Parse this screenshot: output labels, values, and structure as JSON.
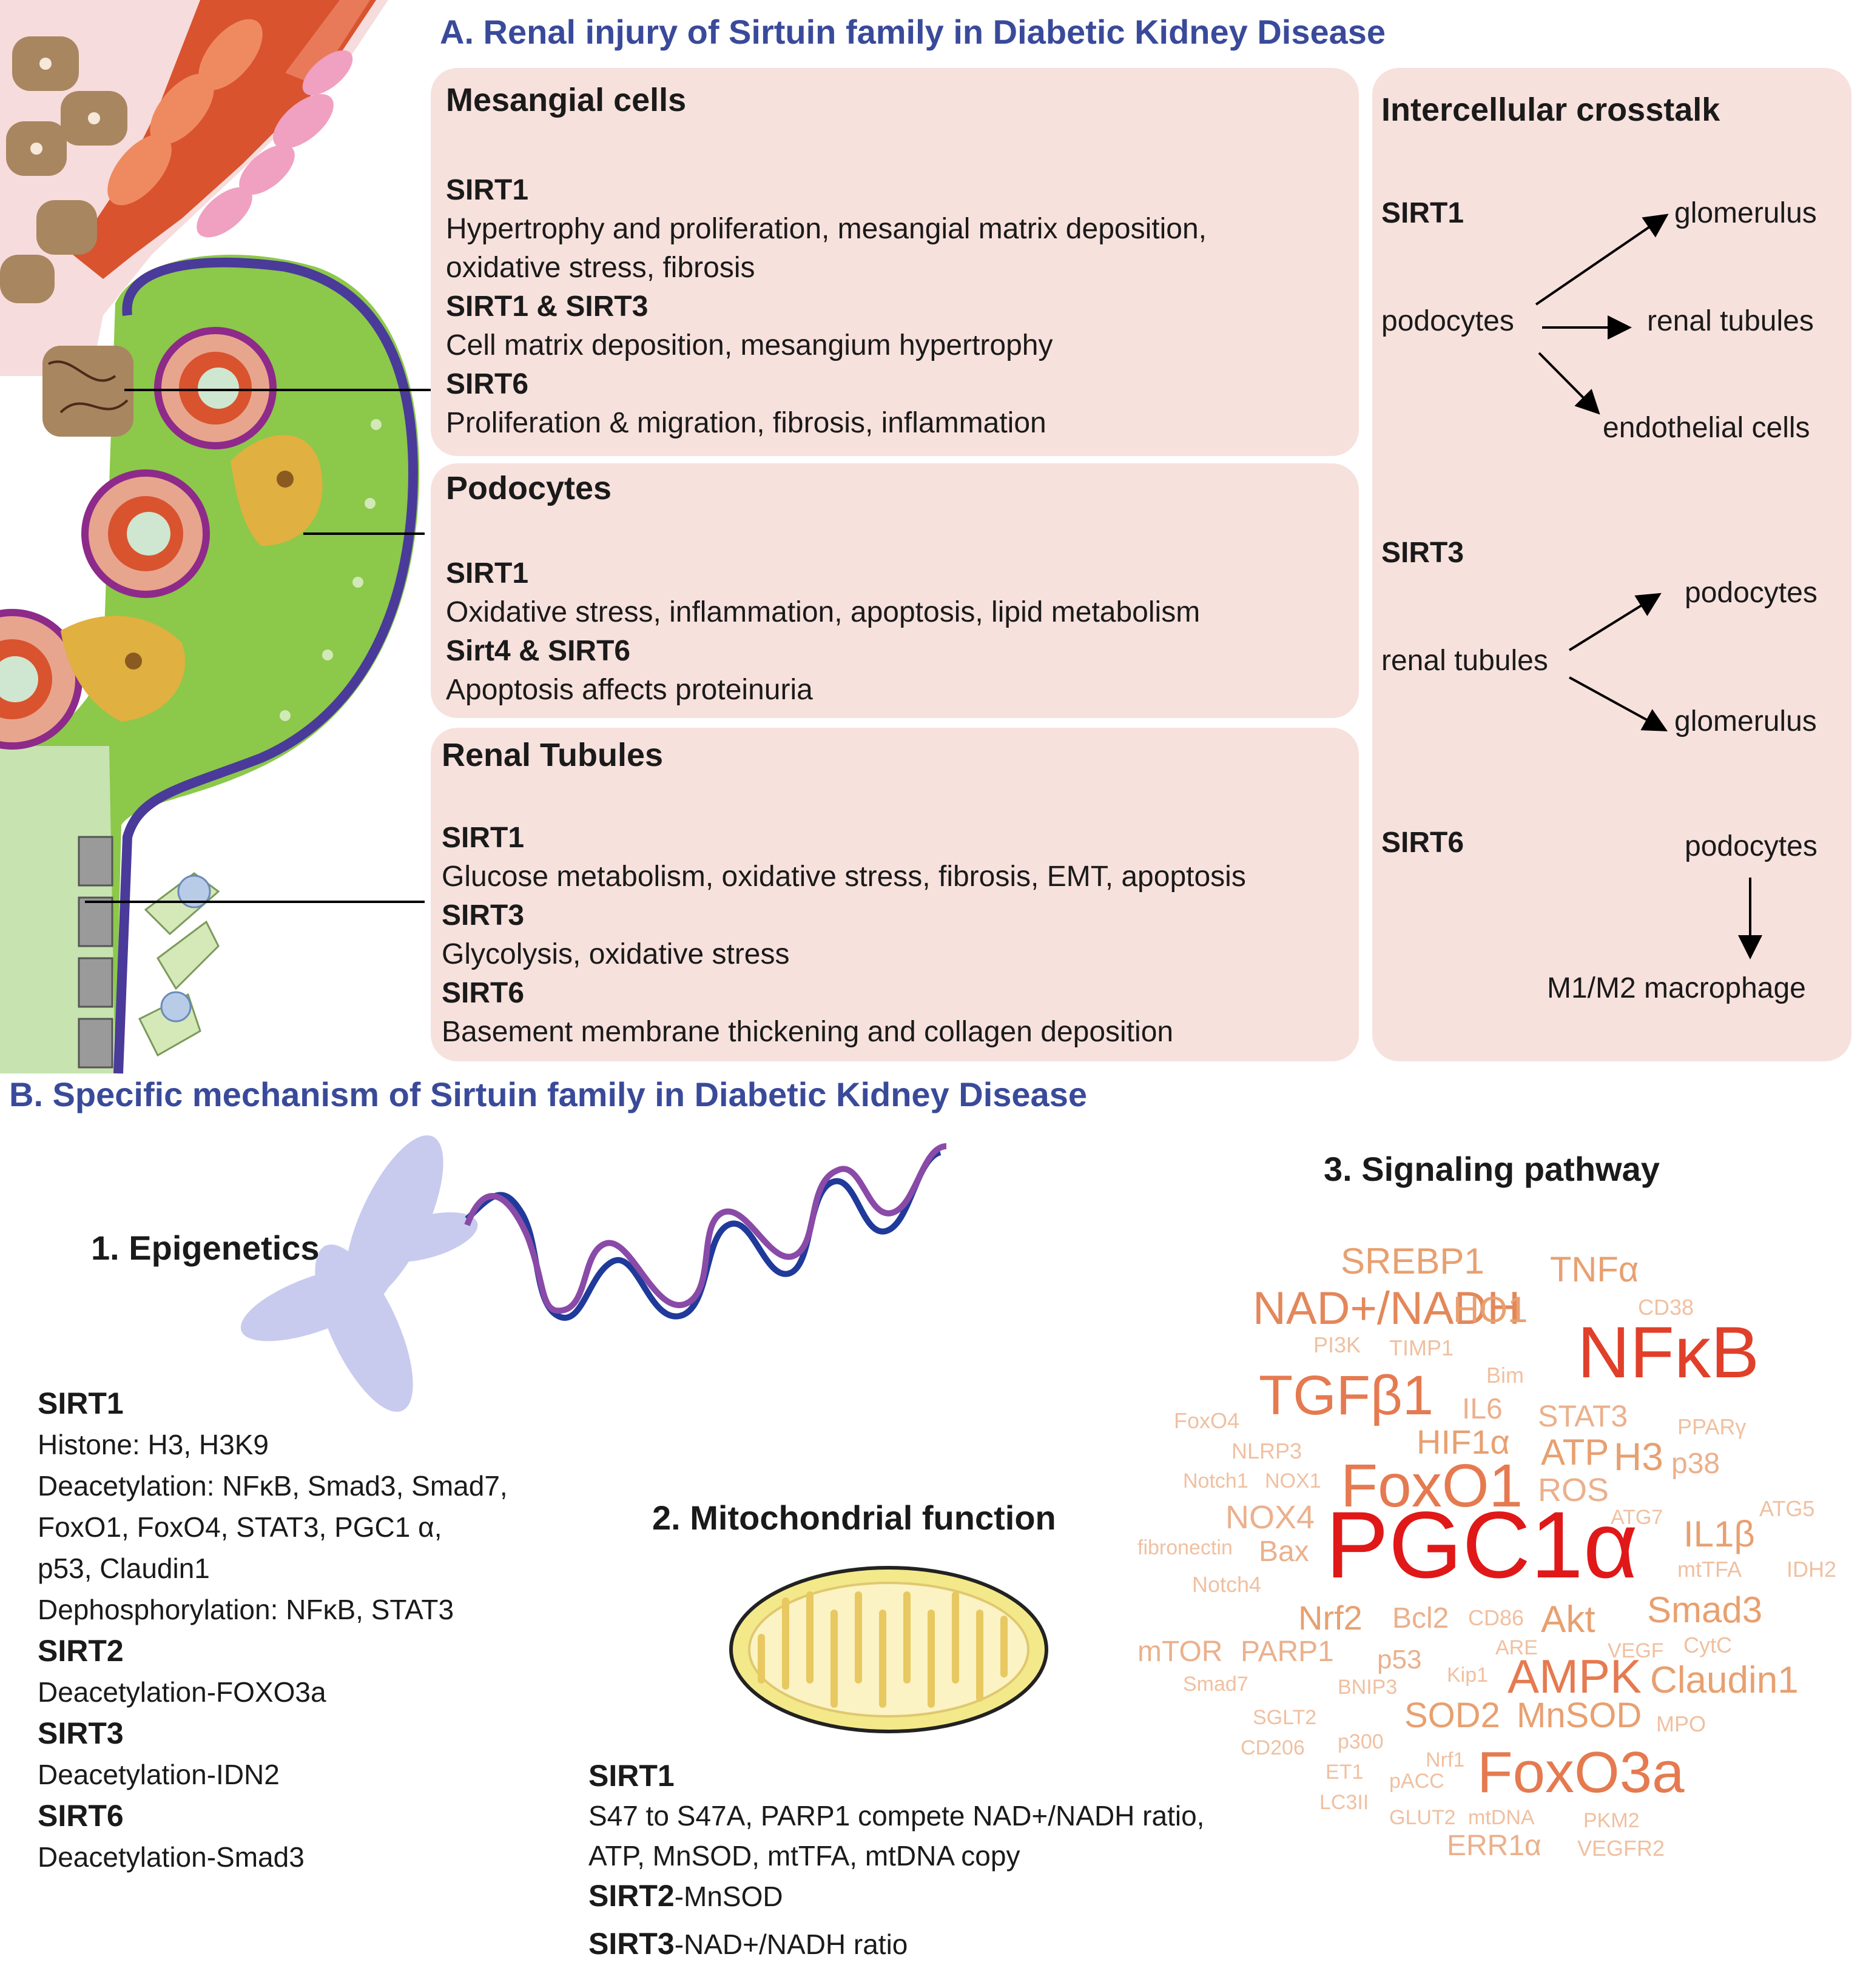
{
  "panel_a": {
    "heading": "A. Renal injury of Sirtuin family in Diabetic Kidney Disease",
    "mesangial": {
      "title": "Mesangial cells",
      "lines": [
        {
          "bold": true,
          "text": "SIRT1"
        },
        {
          "bold": false,
          "text": "Hypertrophy and proliferation, mesangial matrix deposition,"
        },
        {
          "bold": false,
          "text": "oxidative stress, fibrosis"
        },
        {
          "bold": true,
          "text": "SIRT1 & SIRT3"
        },
        {
          "bold": false,
          "text": "Cell matrix deposition, mesangium hypertrophy"
        },
        {
          "bold": true,
          "text": "SIRT6"
        },
        {
          "bold": false,
          "text": "Proliferation & migration, fibrosis, inflammation"
        }
      ]
    },
    "podocytes": {
      "title": "Podocytes",
      "lines": [
        {
          "bold": true,
          "text": "SIRT1"
        },
        {
          "bold": false,
          "text": "Oxidative stress, inflammation, apoptosis, lipid metabolism"
        },
        {
          "bold": true,
          "text": "Sirt4 & SIRT6"
        },
        {
          "bold": false,
          "text": "Apoptosis affects proteinuria"
        }
      ]
    },
    "tubules": {
      "title": "Renal Tubules",
      "lines": [
        {
          "bold": true,
          "text": "SIRT1"
        },
        {
          "bold": false,
          "text": "Glucose metabolism, oxidative stress, fibrosis, EMT, apoptosis"
        },
        {
          "bold": true,
          "text": "SIRT3"
        },
        {
          "bold": false,
          "text": "Glycolysis, oxidative stress"
        },
        {
          "bold": true,
          "text": "SIRT6"
        },
        {
          "bold": false,
          "text": "Basement membrane thickening and collagen deposition"
        }
      ]
    },
    "crosstalk": {
      "title": "Intercellular crosstalk",
      "sirt1": {
        "label": "SIRT1",
        "source": "podocytes",
        "targets": [
          "glomerulus",
          "renal tubules",
          "endothelial cells"
        ]
      },
      "sirt3": {
        "label": "SIRT3",
        "source": "renal tubules",
        "targets": [
          "podocytes",
          "glomerulus"
        ]
      },
      "sirt6": {
        "label": "SIRT6",
        "source": "podocytes",
        "target": "M1/M2 macrophage"
      }
    }
  },
  "panel_b": {
    "heading": "B. Specific mechanism of Sirtuin family in Diabetic Kidney Disease",
    "epigenetics": {
      "title": "1. Epigenetics",
      "lines": [
        {
          "bold": true,
          "text": "SIRT1"
        },
        {
          "bold": false,
          "text": "Histone: H3, H3K9"
        },
        {
          "bold": false,
          "text": "Deacetylation: NFκB, Smad3, Smad7,"
        },
        {
          "bold": false,
          "text": "FoxO1, FoxO4, STAT3, PGC1 α,"
        },
        {
          "bold": false,
          "text": "p53, Claudin1"
        },
        {
          "bold": false,
          "text": "Dephosphorylation: NFκB, STAT3"
        },
        {
          "bold": true,
          "text": "SIRT2"
        },
        {
          "bold": false,
          "text": "Deacetylation-FOXO3a"
        },
        {
          "bold": true,
          "text": "SIRT3"
        },
        {
          "bold": false,
          "text": "Deacetylation-IDN2"
        },
        {
          "bold": true,
          "text": "SIRT6"
        },
        {
          "bold": false,
          "text": "Deacetylation-Smad3"
        }
      ]
    },
    "mitochondria": {
      "title": "2. Mitochondrial function",
      "sirt1": "SIRT1",
      "line1": "S47 to S47A, PARP1 compete NAD+/NADH ratio,",
      "line2": "ATP, MnSOD, mtTFA, mtDNA copy",
      "sirt2": "SIRT2",
      "sirt2_rest": "-MnSOD",
      "sirt3": "SIRT3",
      "sirt3_rest": "-NAD+/NADH ratio"
    },
    "signaling": {
      "title": "3. Signaling pathway",
      "words": [
        {
          "text": "SREBP1",
          "color": "#e8a070"
        },
        {
          "text": "TNFα",
          "color": "#e8a070"
        },
        {
          "text": "NAD+/NADH",
          "color": "#e3875a"
        },
        {
          "text": "HO1",
          "color": "#e8a070"
        },
        {
          "text": "CD38",
          "color": "#f0c0a0"
        },
        {
          "text": "PI3K",
          "color": "#f0c0a0"
        },
        {
          "text": "TIMP1",
          "color": "#f0c0a0"
        },
        {
          "text": "NFκB",
          "color": "#e0402a"
        },
        {
          "text": "Bim",
          "color": "#f0c0a0"
        },
        {
          "text": "TGFβ1",
          "color": "#e57a50"
        },
        {
          "text": "FoxO4",
          "color": "#f0c0a0"
        },
        {
          "text": "IL6",
          "color": "#ebb08c"
        },
        {
          "text": "STAT3",
          "color": "#ebb08c"
        },
        {
          "text": "PPARγ",
          "color": "#f0c0a0"
        },
        {
          "text": "NLRP3",
          "color": "#f0c0a0"
        },
        {
          "text": "HIF1α",
          "color": "#e8a070"
        },
        {
          "text": "ATP",
          "color": "#e8a070"
        },
        {
          "text": "H3",
          "color": "#e8a070"
        },
        {
          "text": "p38",
          "color": "#ebb08c"
        },
        {
          "text": "Notch1",
          "color": "#f0c0a0"
        },
        {
          "text": "NOX1",
          "color": "#f0c0a0"
        },
        {
          "text": "FoxO1",
          "color": "#e57a50"
        },
        {
          "text": "ROS",
          "color": "#ebb08c"
        },
        {
          "text": "NOX4",
          "color": "#ebb08c"
        },
        {
          "text": "ATG7",
          "color": "#f0c0a0"
        },
        {
          "text": "ATG5",
          "color": "#f0c0a0"
        },
        {
          "text": "fibronectin",
          "color": "#f0c0a0"
        },
        {
          "text": "Bax",
          "color": "#ebb08c"
        },
        {
          "text": "PGC1α",
          "color": "#e01818"
        },
        {
          "text": "IL1β",
          "color": "#e8a070"
        },
        {
          "text": "mtTFA",
          "color": "#f0c0a0"
        },
        {
          "text": "IDH2",
          "color": "#f0c0a0"
        },
        {
          "text": "Notch4",
          "color": "#f0c0a0"
        },
        {
          "text": "Nrf2",
          "color": "#e8a070"
        },
        {
          "text": "Bcl2",
          "color": "#ebb08c"
        },
        {
          "text": "CD86",
          "color": "#f0c0a0"
        },
        {
          "text": "Akt",
          "color": "#e8a070"
        },
        {
          "text": "Smad3",
          "color": "#e8a070"
        },
        {
          "text": "mTOR",
          "color": "#ebb08c"
        },
        {
          "text": "PARP1",
          "color": "#ebb08c"
        },
        {
          "text": "p53",
          "color": "#ebb08c"
        },
        {
          "text": "ARE",
          "color": "#f0c0a0"
        },
        {
          "text": "VEGF",
          "color": "#f0c0a0"
        },
        {
          "text": "CytC",
          "color": "#f0c0a0"
        },
        {
          "text": "Smad7",
          "color": "#f0c0a0"
        },
        {
          "text": "BNIP3",
          "color": "#f0c0a0"
        },
        {
          "text": "Kip1",
          "color": "#f0c0a0"
        },
        {
          "text": "AMPK",
          "color": "#e57a50"
        },
        {
          "text": "Claudin1",
          "color": "#e8a070"
        },
        {
          "text": "SGLT2",
          "color": "#f0c0a0"
        },
        {
          "text": "SOD2",
          "color": "#e8a070"
        },
        {
          "text": "MnSOD",
          "color": "#e8a070"
        },
        {
          "text": "MPO",
          "color": "#f0c0a0"
        },
        {
          "text": "CD206",
          "color": "#f0c0a0"
        },
        {
          "text": "p300",
          "color": "#f0c0a0"
        },
        {
          "text": "Nrf1",
          "color": "#f0c0a0"
        },
        {
          "text": "FoxO3a",
          "color": "#e57a50"
        },
        {
          "text": "ET1",
          "color": "#f0c0a0"
        },
        {
          "text": "pACC",
          "color": "#f0c0a0"
        },
        {
          "text": "LC3II",
          "color": "#f0c0a0"
        },
        {
          "text": "GLUT2",
          "color": "#f0c0a0"
        },
        {
          "text": "mtDNA",
          "color": "#f0c0a0"
        },
        {
          "text": "PKM2",
          "color": "#f0c0a0"
        },
        {
          "text": "ERR1α",
          "color": "#ebb08c"
        },
        {
          "text": "VEGFR2",
          "color": "#f0c0a0"
        }
      ]
    }
  },
  "colors": {
    "heading": "#3a4a9a",
    "box_fill": "#f7e1dd",
    "membrane": "#4a3a9a",
    "tuft_border": "#8e2a8a"
  }
}
